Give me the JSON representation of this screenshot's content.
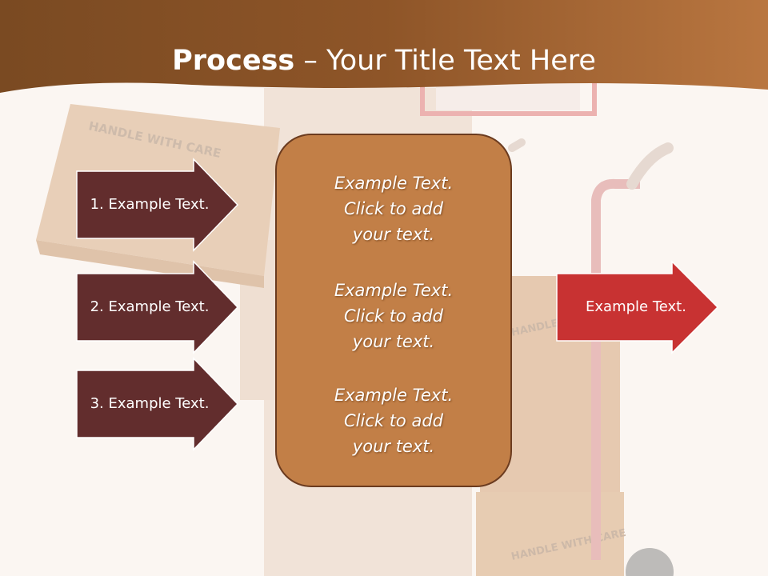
{
  "slide": {
    "title_bold": "Process",
    "title_dash": " – ",
    "title_rest": "Your Title Text Here",
    "background_box_labels": [
      "HANDLE WITH CARE",
      "HANDLE WITH CARE",
      "HANDLE WITH CARE"
    ]
  },
  "left_arrows": [
    {
      "label": "1. Example Text."
    },
    {
      "label": "2. Example Text."
    },
    {
      "label": "3. Example Text."
    }
  ],
  "center_box": {
    "blocks": [
      {
        "line1": "Example Text.",
        "line2": "Click  to add",
        "line3": "your text."
      },
      {
        "line1": "Example Text.",
        "line2": "Click  to add",
        "line3": "your text."
      },
      {
        "line1": "Example Text.",
        "line2": "Click  to add",
        "line3": "your text."
      }
    ]
  },
  "right_arrow": {
    "label": "Example Text."
  },
  "colors": {
    "header_dark": "#7a4a22",
    "header_light": "#b8743f",
    "left_arrow_fill": "#622d2d",
    "center_box_fill": "#c27f47",
    "center_box_border": "#6b3b1f",
    "right_arrow_fill": "#c83232"
  }
}
